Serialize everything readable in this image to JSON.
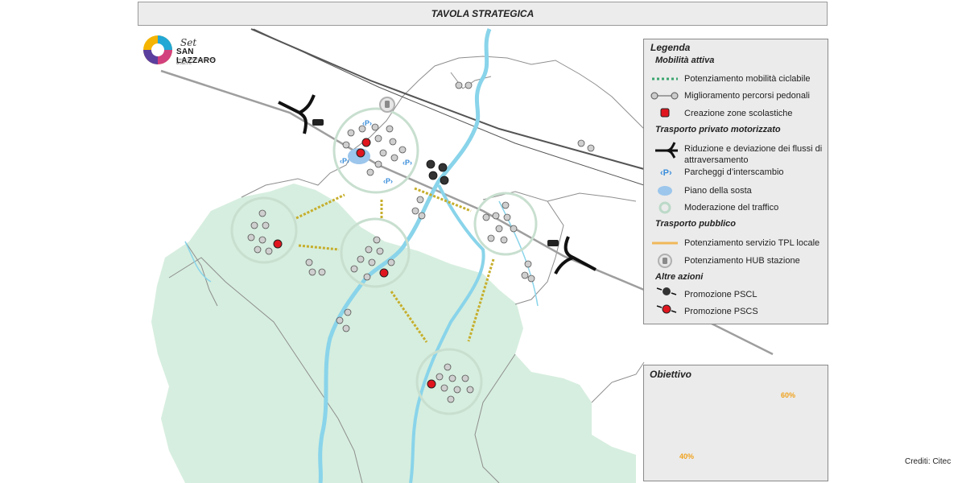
{
  "title": "TAVOLA STRATEGICA",
  "logo": {
    "script": "Set",
    "name": "SAN LAZZARO",
    "tagline": "PIANO VERSO LA NUOVA MOBILITÀ"
  },
  "legend": {
    "title": "Legenda",
    "sections": [
      {
        "heading": "Mobilità attiva",
        "items": [
          {
            "label": "Potenziamento mobilità ciclabile",
            "icon": "dashed-green-line-icon"
          },
          {
            "label": "Miglioramento percorsi pedonali",
            "icon": "pedestrian-nodes-icon"
          },
          {
            "label": "Creazione zone scolastiche",
            "icon": "red-square-icon"
          }
        ]
      },
      {
        "heading": "Trasporto privato motorizzato",
        "items": [
          {
            "label": "Riduzione e deviazione dei flussi di attraversamento",
            "icon": "diverging-arrow-icon"
          },
          {
            "label": "Parcheggi d’interscambio",
            "icon": "parking-p-icon"
          },
          {
            "label": "Piano della sosta",
            "icon": "blue-blob-icon"
          },
          {
            "label": "Moderazione del traffico",
            "icon": "traffic-calming-ring-icon"
          }
        ]
      },
      {
        "heading": "Trasporto pubblico",
        "items": [
          {
            "label": "Potenziamento servizio TPL locale",
            "icon": "orange-line-icon"
          },
          {
            "label": "Potenziamento HUB stazione",
            "icon": "station-hub-icon"
          }
        ]
      },
      {
        "heading": "Altre azioni",
        "items": [
          {
            "label": "Promozione PSCL",
            "icon": "dark-dot-arrows-icon"
          },
          {
            "label": "Promozione PSCS",
            "icon": "red-dot-arrows-icon"
          }
        ]
      }
    ]
  },
  "objective": {
    "title": "Obiettivo",
    "left_pct": "40%",
    "right_pct": "60%"
  },
  "credit": "Crediti: Citec",
  "colors": {
    "green_area": "#d4ecdc",
    "river": "#8fd6ec",
    "tpl": "#c9b23a",
    "scuola": "#e0161f",
    "ring": "#bcd9c8",
    "boundary": "#8a8a8a"
  }
}
